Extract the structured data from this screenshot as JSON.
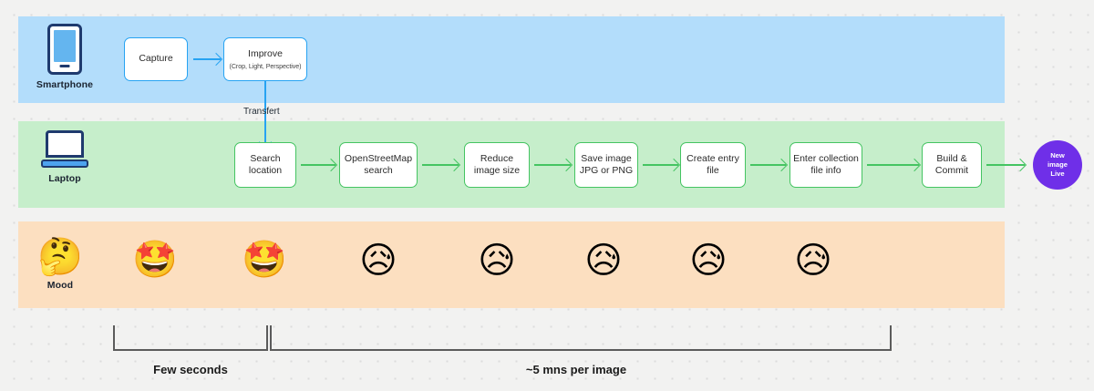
{
  "bands": [
    {
      "id": "smartphone-lane",
      "color": "#b3ddfb"
    },
    {
      "id": "laptop-lane",
      "color": "#c6eecb"
    },
    {
      "id": "mood-lane",
      "color": "#fcdfc0"
    }
  ],
  "lanes": {
    "smartphone": {
      "label": "Smartphone",
      "icon": "smartphone-icon"
    },
    "laptop": {
      "label": "Laptop",
      "icon": "laptop-icon"
    },
    "mood": {
      "label": "Mood"
    }
  },
  "phone_steps": [
    {
      "title": "Capture",
      "subtitle": ""
    },
    {
      "title": "Improve",
      "subtitle": "(Crop, Light, Perspective)"
    }
  ],
  "transfer": {
    "label": "Transfert"
  },
  "laptop_steps": [
    {
      "line1": "Search",
      "line2": "location"
    },
    {
      "line1": "OpenStreetMap",
      "line2": "search"
    },
    {
      "line1": "Reduce",
      "line2": "image size"
    },
    {
      "line1": "Save image",
      "line2": "JPG or PNG"
    },
    {
      "line1": "Create entry",
      "line2": "file"
    },
    {
      "line1": "Enter collection",
      "line2": "file info"
    },
    {
      "line1": "Build &",
      "line2": "Commit"
    }
  ],
  "result": {
    "line1": "New",
    "line2": "image",
    "line3": "Live",
    "color": "#6f2fe8"
  },
  "moods": [
    {
      "name": "thinking-face",
      "glyph": "🤔"
    },
    {
      "name": "star-struck-face",
      "glyph": "🤩"
    },
    {
      "name": "star-struck-face",
      "glyph": "🤩"
    },
    {
      "name": "sad-relieved-face",
      "glyph": "😥"
    },
    {
      "name": "sad-relieved-face",
      "glyph": "😥"
    },
    {
      "name": "sad-relieved-face",
      "glyph": "😥"
    },
    {
      "name": "sad-relieved-face",
      "glyph": "😥"
    },
    {
      "name": "sad-relieved-face",
      "glyph": "😥"
    }
  ],
  "timeline": [
    {
      "label": "Few seconds"
    },
    {
      "label": "~5 mns per image"
    }
  ],
  "colors": {
    "blue_band": "#b3ddfb",
    "green_band": "#c6eecb",
    "orange_band": "#fcdfc0",
    "blue_accent": "#27a3f2",
    "green_accent": "#45c462",
    "purple": "#6f2fe8",
    "canvas": "#f2f2f1"
  }
}
